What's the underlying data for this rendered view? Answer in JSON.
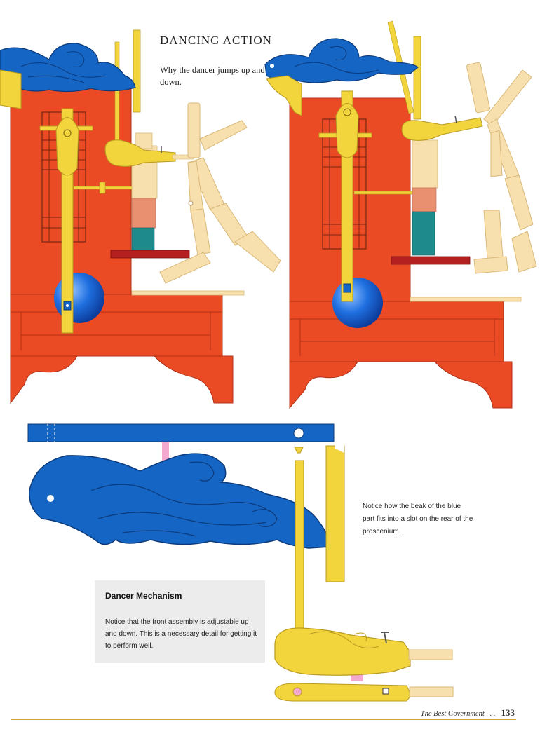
{
  "heading": {
    "title": "DANCING ACTION",
    "subtitle": "Why the dancer jumps up and down."
  },
  "slot_note": "Notice how the beak of the blue part fits into a slot on the rear of the proscenium.",
  "mechanism_box": {
    "title": "Dancer Mechanism",
    "text": "Notice that the front assembly is adjustable up and down. This is a necessary detail for getting it to perform well."
  },
  "footer": {
    "publication": "The Best Government . . .",
    "page_number": "133"
  },
  "colors": {
    "cabinet_orange": "#ea4b24",
    "bird_blue": "#1565c4",
    "lever_yellow": "#f2d43c",
    "wood_tan": "#f8dfae",
    "shelf_red": "#b42020",
    "pants_teal": "#1e8a8c"
  }
}
